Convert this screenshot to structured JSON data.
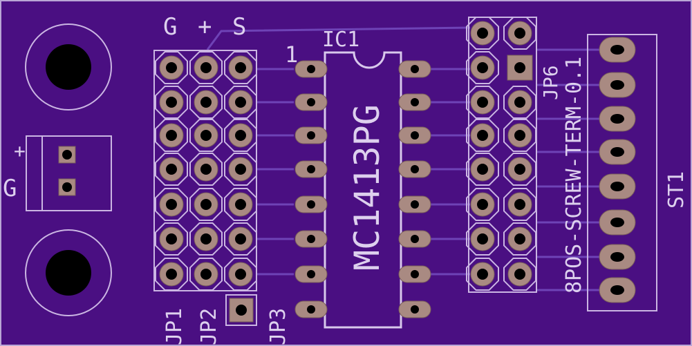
{
  "board": {
    "background_color": "#4a0f82",
    "silkscreen_color": "#d8c8ec",
    "pad_color": "#a98a82",
    "labels": {
      "header_g": "G",
      "header_plus": "+",
      "header_s": "S",
      "ic_name": "IC1",
      "pin_one": "1",
      "ic_part": "MC1413PG",
      "jp6": "JP6",
      "screw_term": "8POS-SCREW-TERM-0.1",
      "st1": "ST1",
      "jp1": "JP1",
      "jp2": "JP2",
      "jp3": "JP3",
      "power_plus": "+",
      "power_g": "G"
    }
  }
}
